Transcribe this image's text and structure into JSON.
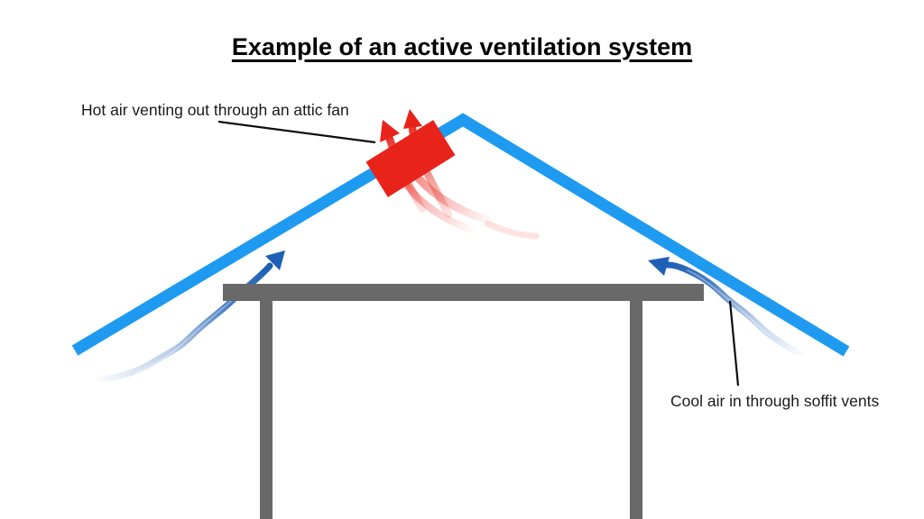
{
  "title": "Example of an active ventilation system",
  "annotations": {
    "hot_air_label": "Hot air venting out through an attic fan",
    "cool_air_label": "Cool air in through soffit vents"
  },
  "colors": {
    "background": "#ffffff",
    "text": "#1a1a1a",
    "roof_blue": "#1e9af1",
    "fan_red": "#e8231a",
    "hot_air_red": "#e8231a",
    "cool_air_blue": "#1d5fb5",
    "structure_gray": "#696969",
    "pointer_black": "#0d0d0d"
  }
}
